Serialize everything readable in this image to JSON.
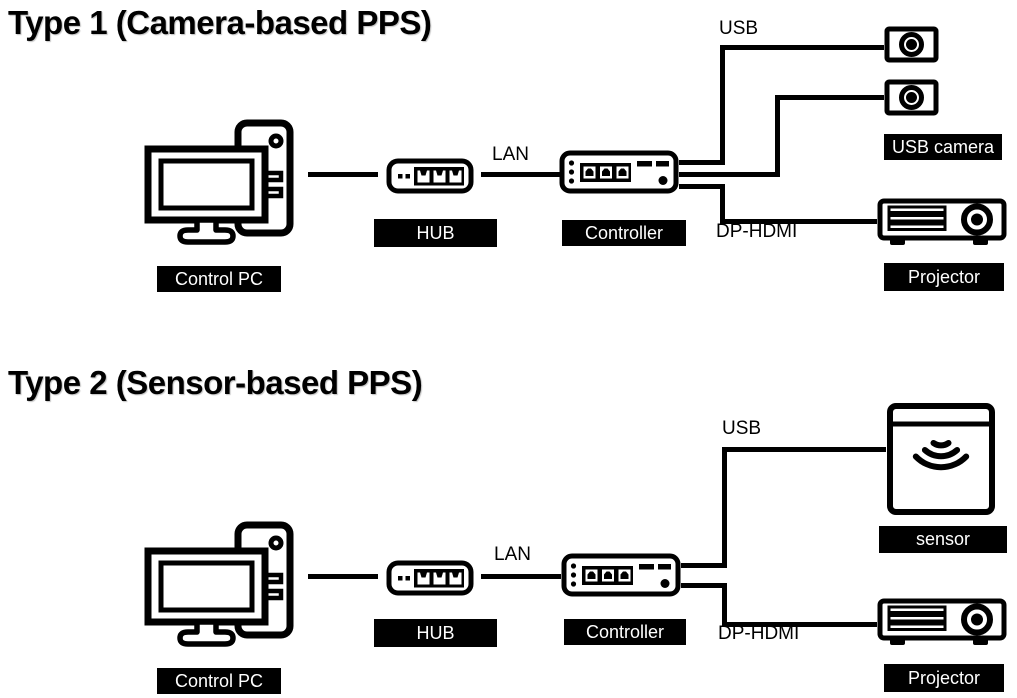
{
  "sections": [
    {
      "title": "Type 1 (Camera-based PPS)",
      "pc_label": "Control PC",
      "hub_label": "HUB",
      "controller_label": "Controller",
      "lan_label": "LAN",
      "usb_label": "USB",
      "video_label": "DP-HDMI",
      "device_label": "USB camera",
      "projector_label": "Projector"
    },
    {
      "title": "Type 2 (Sensor-based PPS)",
      "pc_label": "Control PC",
      "hub_label": "HUB",
      "controller_label": "Controller",
      "lan_label": "LAN",
      "usb_label": "USB",
      "video_label": "DP-HDMI",
      "device_label": "sensor",
      "projector_label": "Projector"
    }
  ],
  "colors": {
    "ink": "#000000",
    "label_bg": "#000000",
    "label_text": "#ffffff",
    "background": "#ffffff"
  }
}
